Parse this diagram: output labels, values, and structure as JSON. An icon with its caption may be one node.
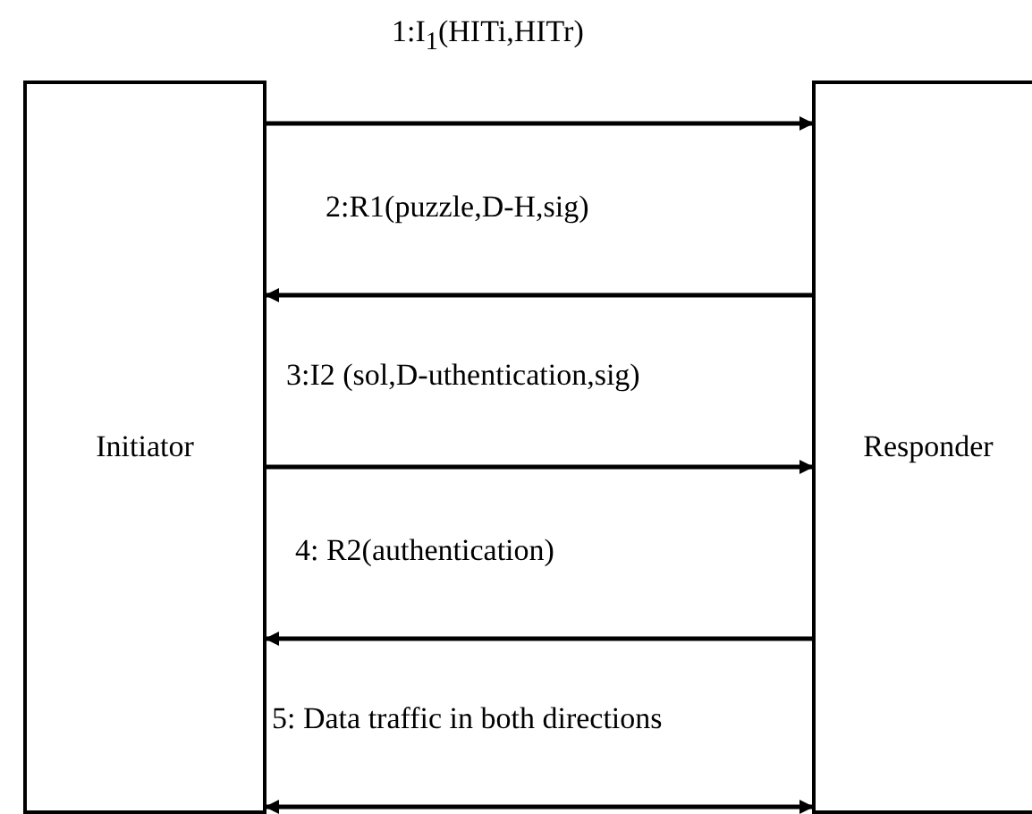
{
  "diagram": {
    "nodes": [
      {
        "text": [
          "Initiator"
        ]
      },
      {
        "text": [
          "Responder"
        ]
      }
    ],
    "edges": [
      {
        "from": 0,
        "to": 1,
        "arrow": "to",
        "label": "1:I$_{1}$(HITi,HITr)"
      },
      {
        "from": 1,
        "to": 0,
        "arrow": "to",
        "label": "2:R1(puzzle,D-H,sig)"
      },
      {
        "from": 0,
        "to": 1,
        "arrow": "to",
        "label": "3:I2 (sol,D-uthentication,sig)"
      },
      {
        "from": 1,
        "to": 0,
        "arrow": "to",
        "label": "4: R2(authentication)"
      },
      {
        "from": 0,
        "to": 1,
        "arrow": "both",
        "label": "5: Data traffic in both directions"
      }
    ]
  }
}
